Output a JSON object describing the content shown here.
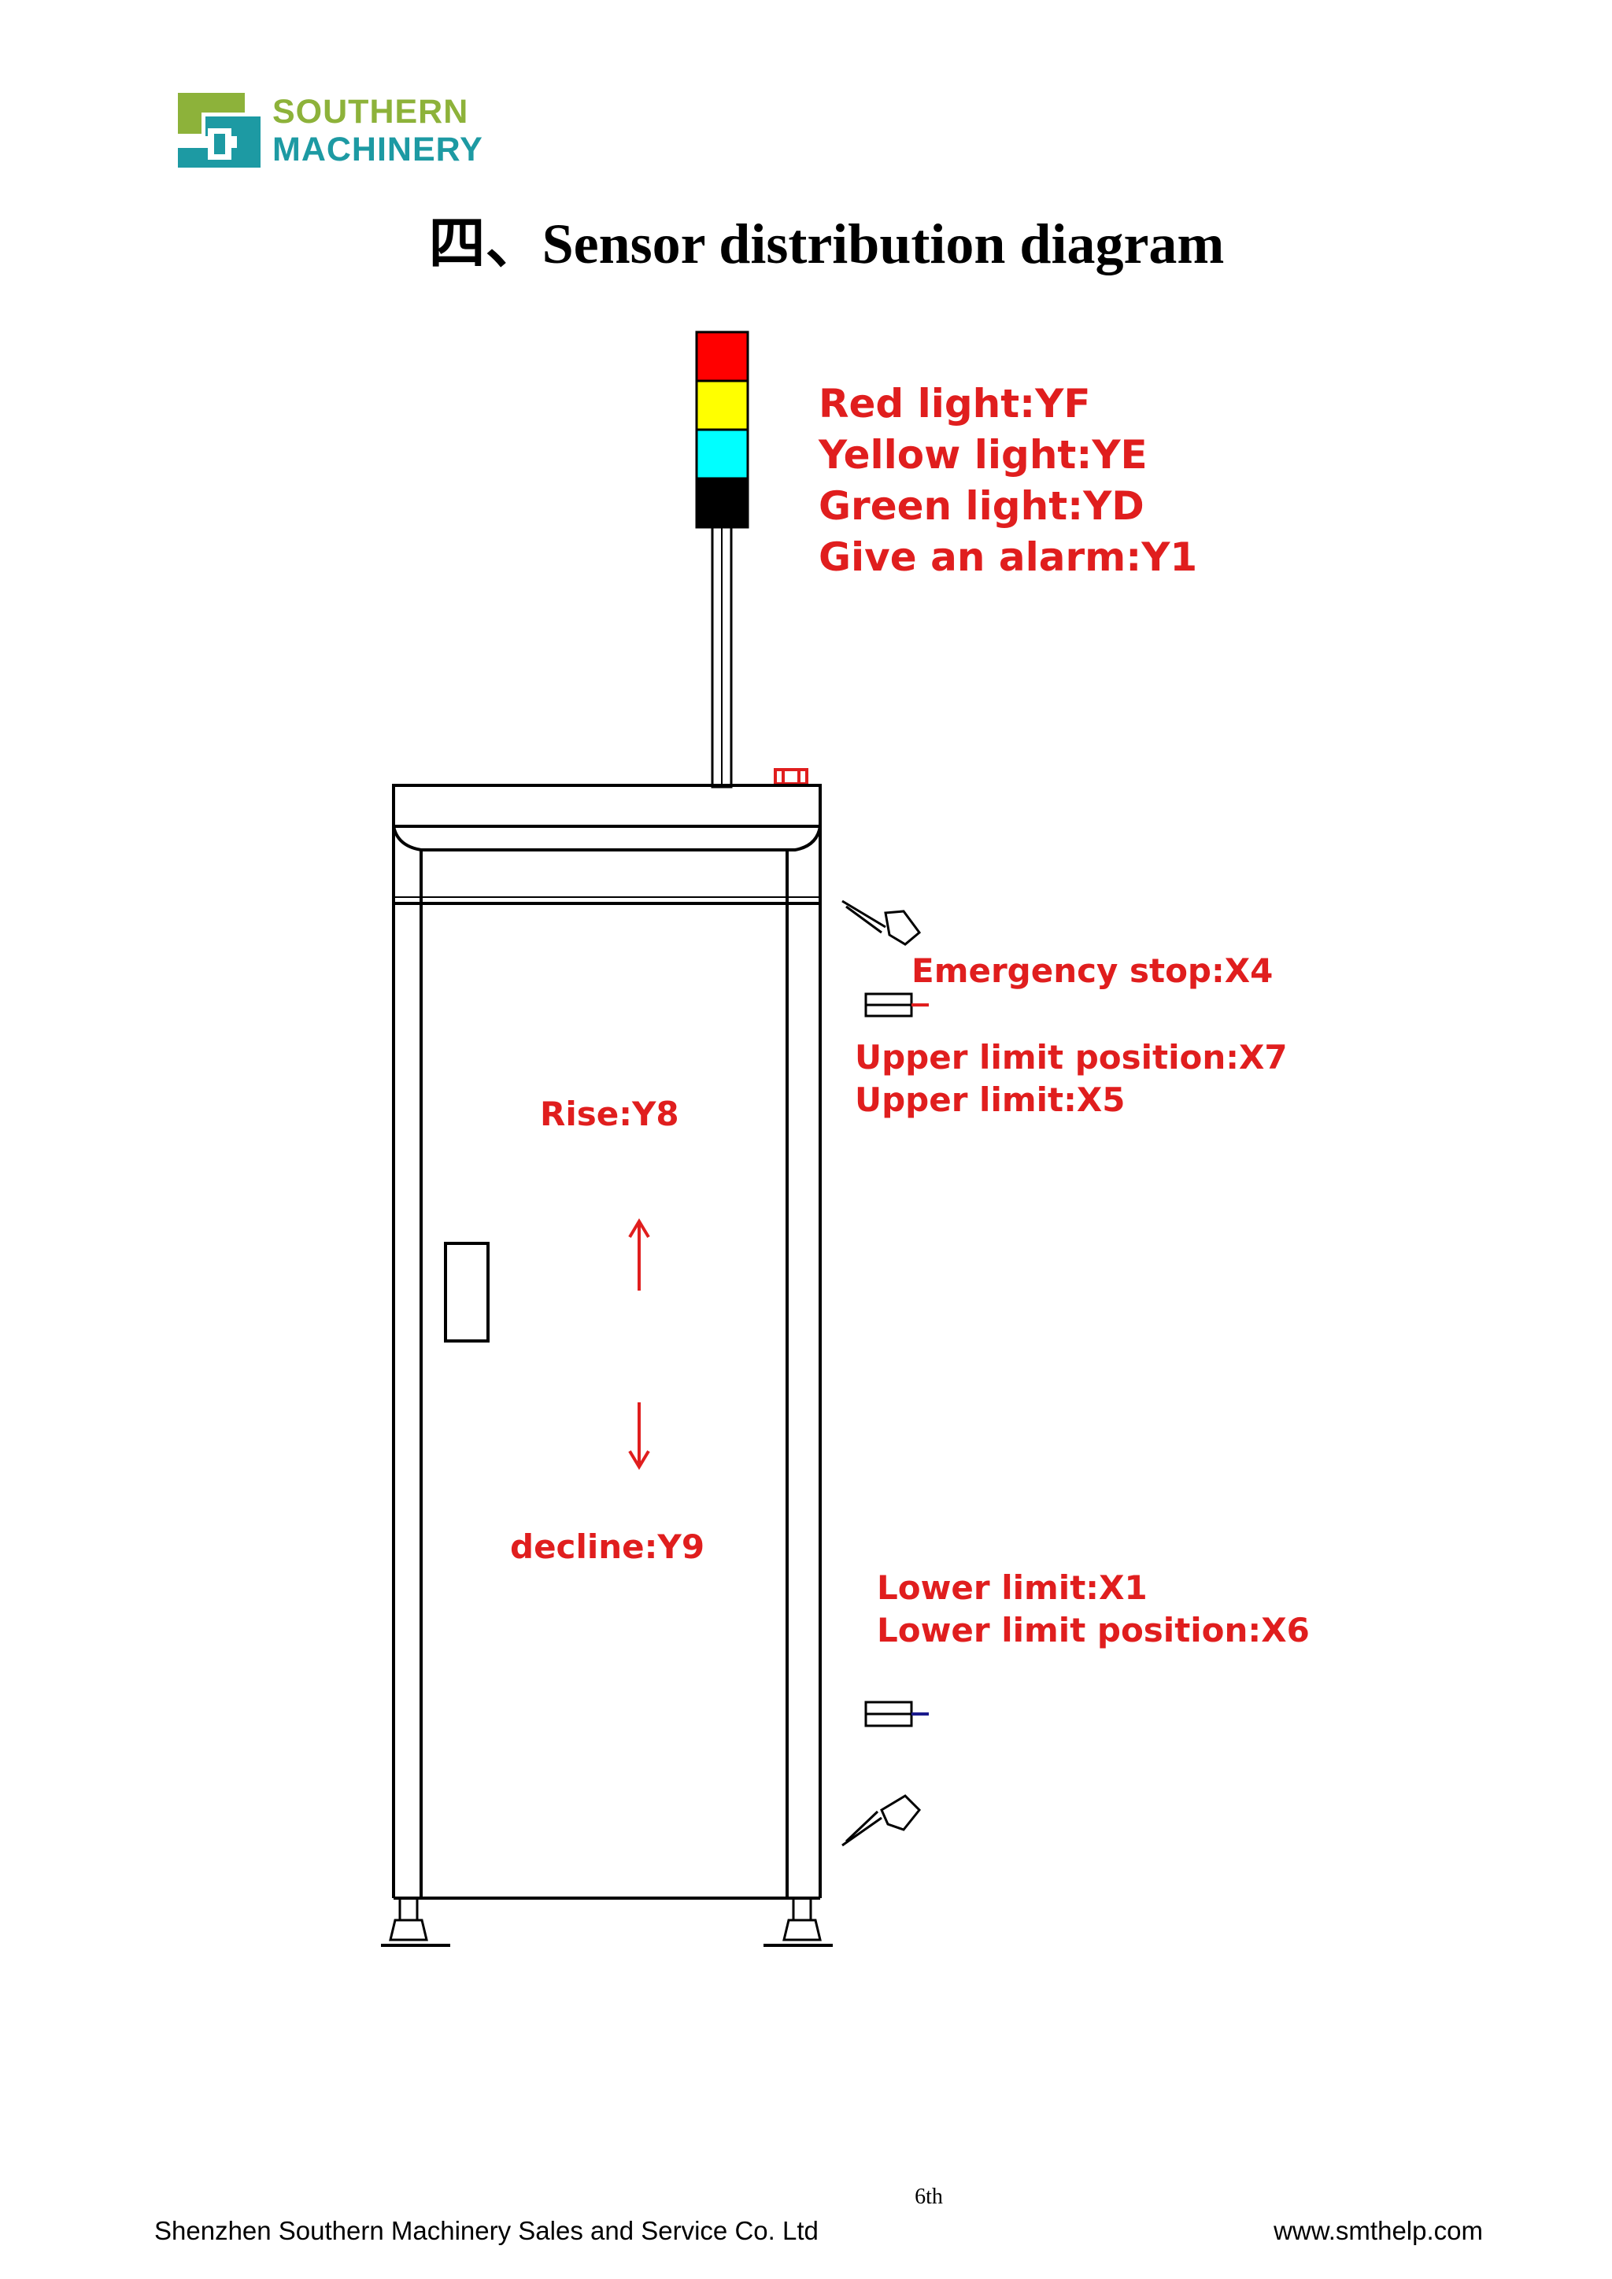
{
  "header": {
    "logo_line1": "SOUTHERN",
    "logo_line2": "MACHINERY",
    "title": "四、Sensor distribution diagram"
  },
  "diagram": {
    "tower_lights": [
      {
        "name": "red",
        "color": "#ff0000"
      },
      {
        "name": "yellow",
        "color": "#ffff00"
      },
      {
        "name": "cyan",
        "color": "#00ffff"
      },
      {
        "name": "black",
        "color": "#000000"
      }
    ],
    "label_color": "#e01e1e",
    "light_labels": [
      "Red light:YF",
      "Yellow light:YE",
      "Green light:YD",
      "Give an alarm:Y1"
    ],
    "emergency_stop": "Emergency stop:X4",
    "upper_limit_position": "Upper limit position:X7",
    "upper_limit": "Upper limit:X5",
    "rise": "Rise:Y8",
    "decline": "decline:Y9",
    "lower_limit": "Lower limit:X1",
    "lower_limit_position": "Lower limit position:X6"
  },
  "footer": {
    "page_number": "6th",
    "company": "Shenzhen Southern Machinery Sales and Service Co. Ltd",
    "website": "www.smthelp.com"
  }
}
